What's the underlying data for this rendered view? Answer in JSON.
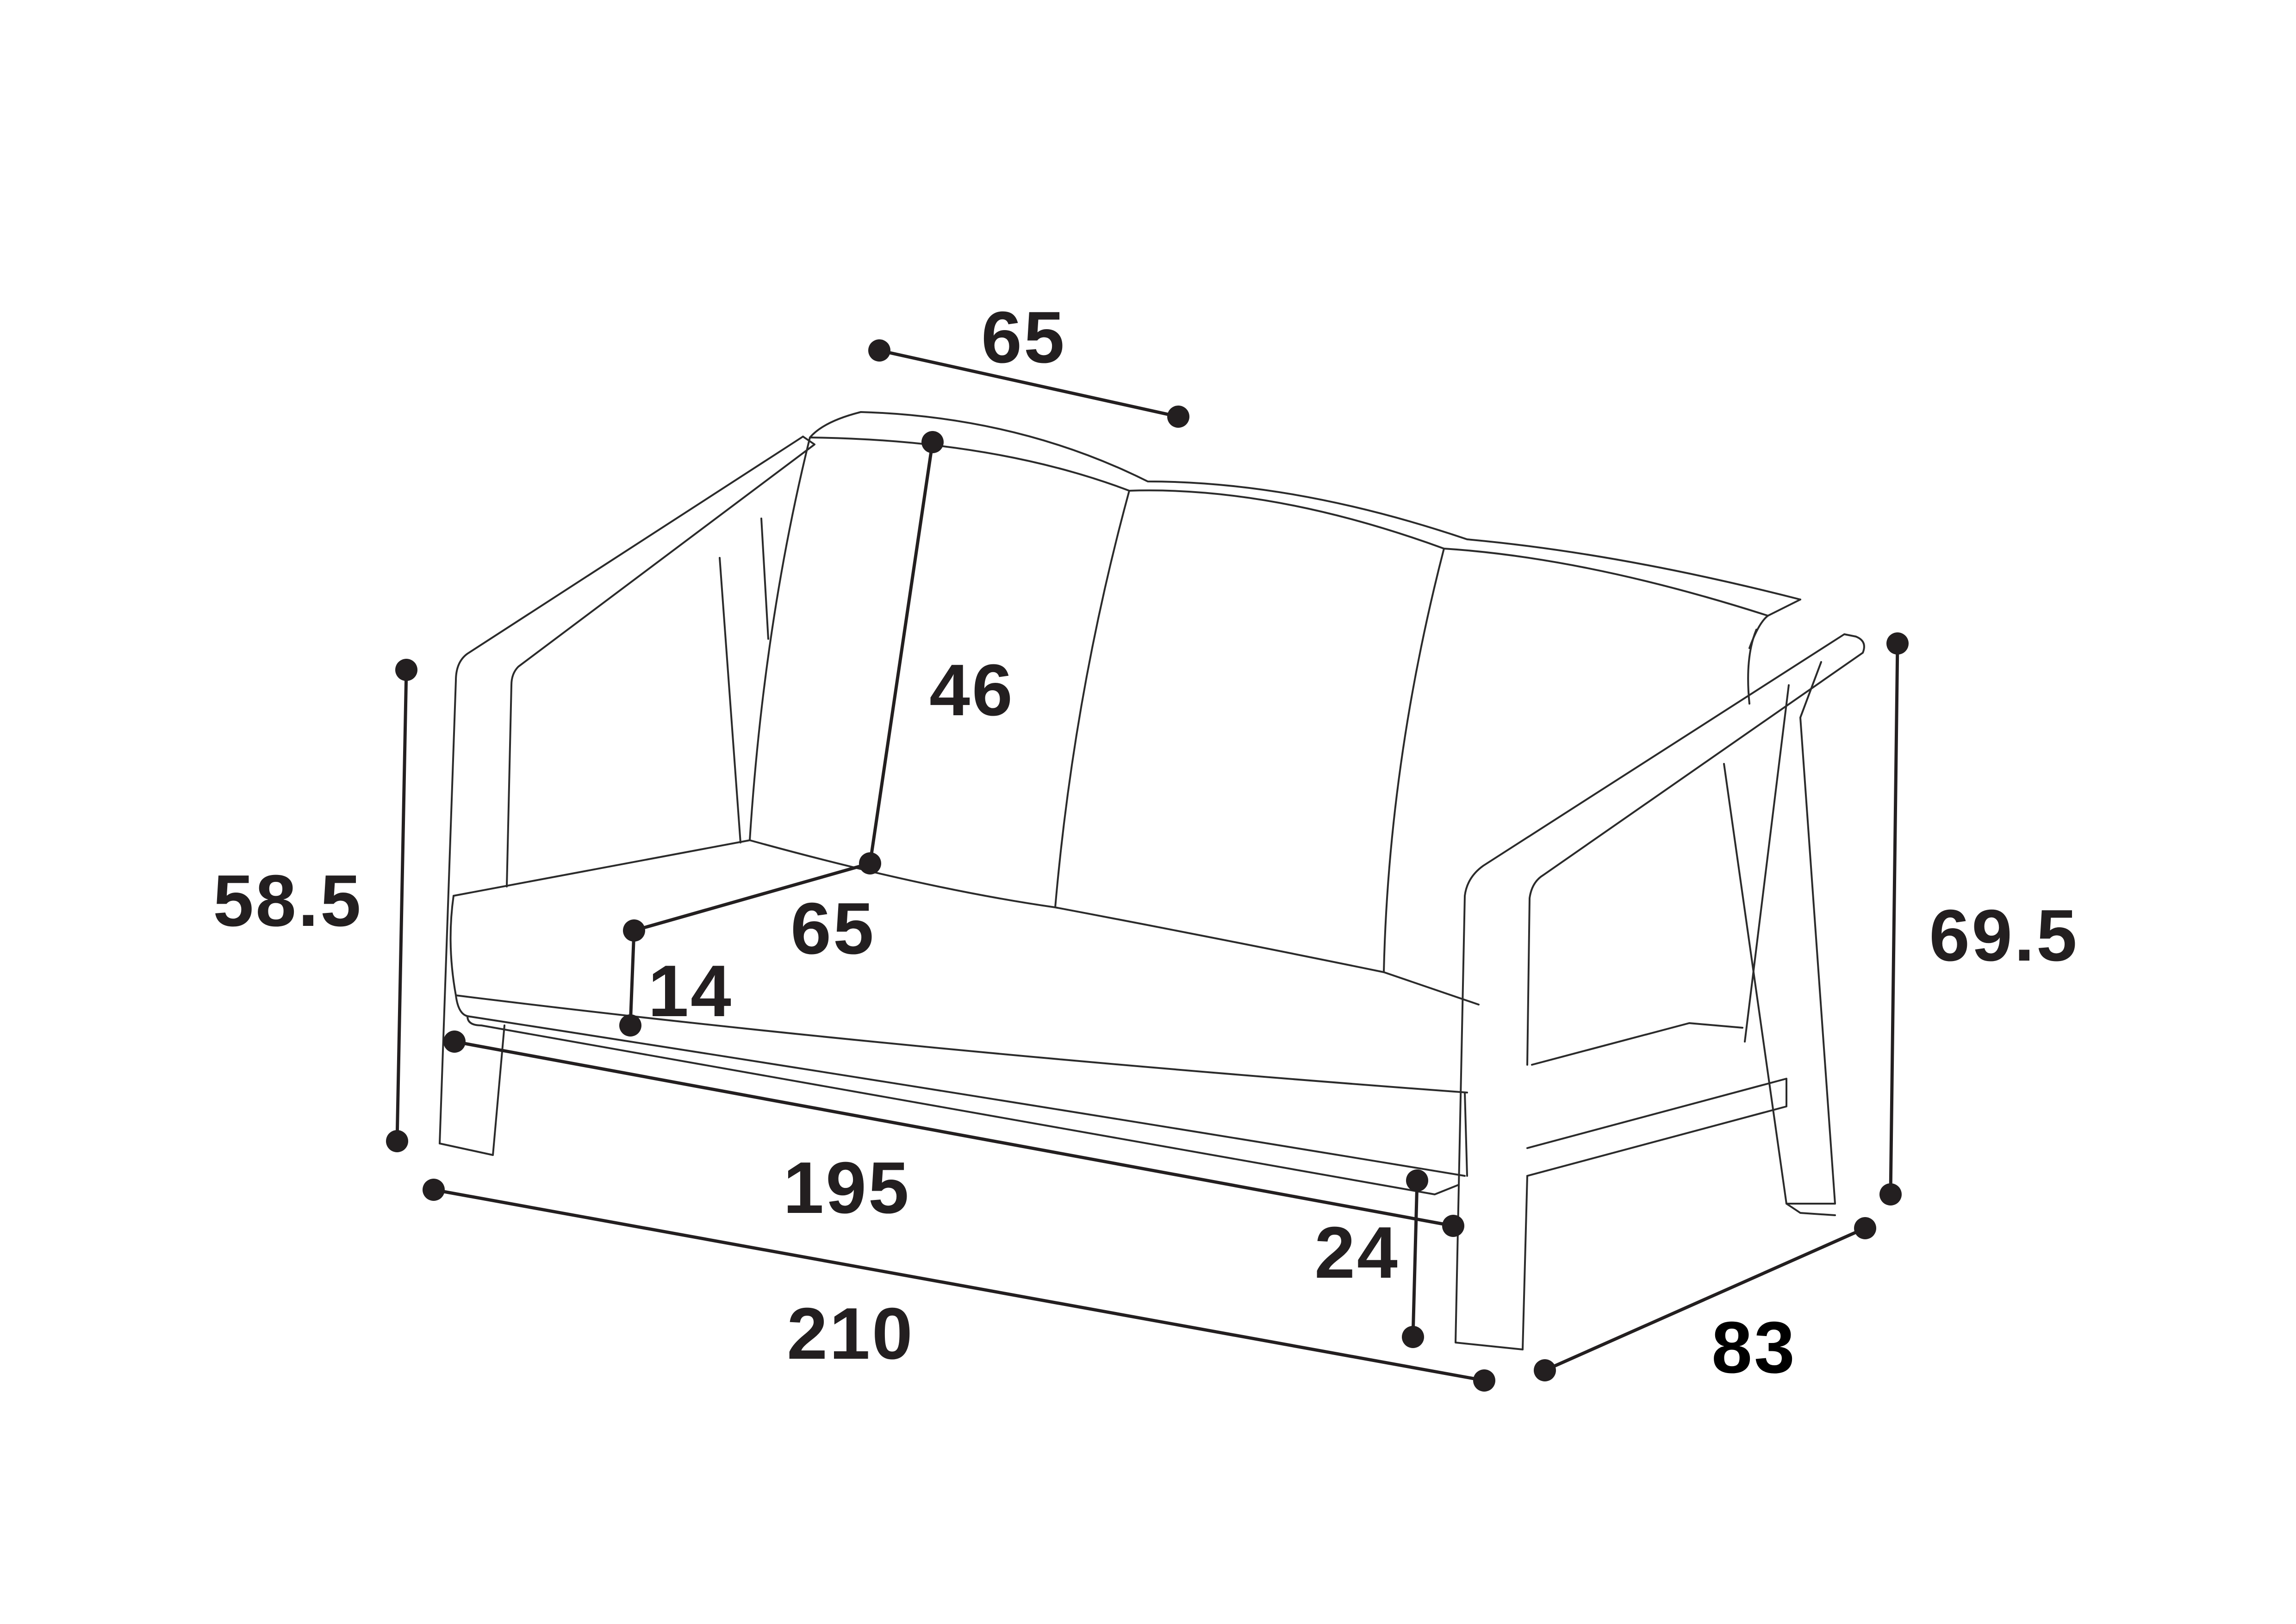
{
  "dimensions": {
    "backrest_top_width": "65",
    "backrest_height": "46",
    "seat_depth": "65",
    "seat_cushion_thickness": "14",
    "arm_height": "58.5",
    "total_height": "69.5",
    "inner_width": "195",
    "total_width": "210",
    "total_depth": "83",
    "seat_clearance": "24"
  }
}
